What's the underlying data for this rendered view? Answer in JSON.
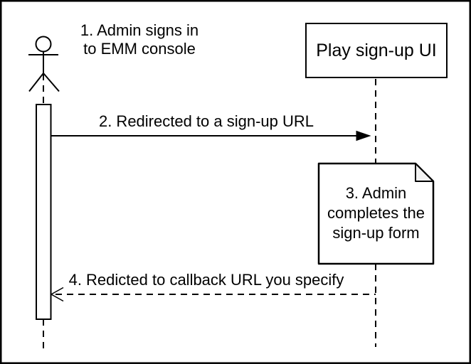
{
  "colors": {
    "background": "#ffffff",
    "stroke": "#000000",
    "text": "#000000",
    "note_fold_fill": "#f2f2f2"
  },
  "actor": {
    "label": "1. Admin signs in\nto EMM console"
  },
  "play_ui": {
    "label": "Play sign-up UI"
  },
  "messages": {
    "redirect": {
      "label": "2. Redirected to a sign-up URL",
      "line_style": "solid",
      "arrowhead": "filled",
      "direction": "left-to-right"
    },
    "callback": {
      "label": "4. Redicted to callback URL you specify",
      "line_style": "dashed",
      "arrowhead": "open",
      "direction": "right-to-left"
    }
  },
  "note": {
    "label": "3. Admin\ncompletes the\nsign-up form"
  }
}
